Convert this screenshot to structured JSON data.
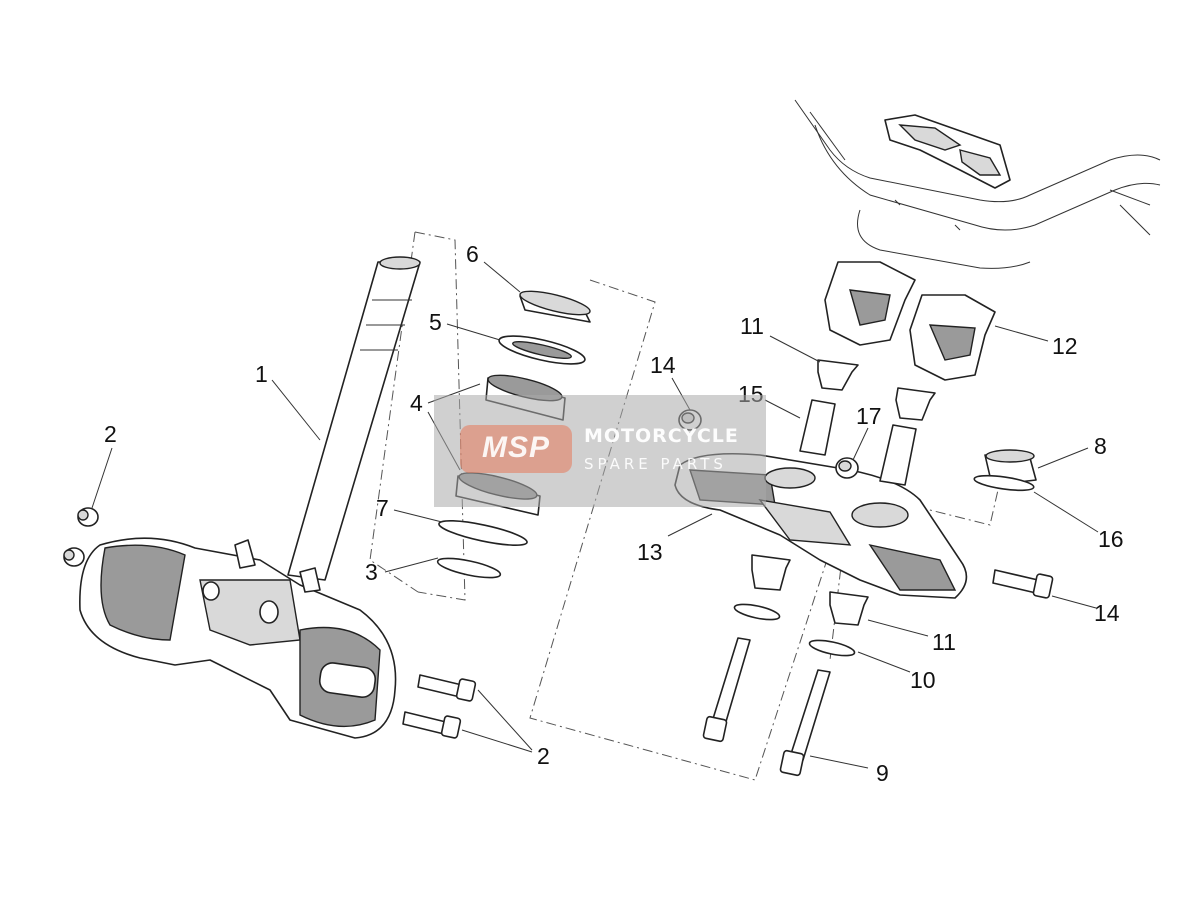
{
  "callouts": {
    "c1": "1",
    "c2a": "2",
    "c2b": "2",
    "c3": "3",
    "c4": "4",
    "c5": "5",
    "c6": "6",
    "c7": "7",
    "c8": "8",
    "c9": "9",
    "c10": "10",
    "c11a": "11",
    "c11b": "11",
    "c12": "12",
    "c13": "13",
    "c14a": "14",
    "c14b": "14",
    "c15": "15",
    "c16": "16",
    "c17": "17"
  },
  "watermark": {
    "logo": "MSP",
    "line1": "MOTORCYCLE",
    "line2": "SPARE PARTS"
  },
  "colors": {
    "line": "#222222",
    "watermark_bg": "#aaaaaa",
    "logo_accent": "#e6785a"
  }
}
